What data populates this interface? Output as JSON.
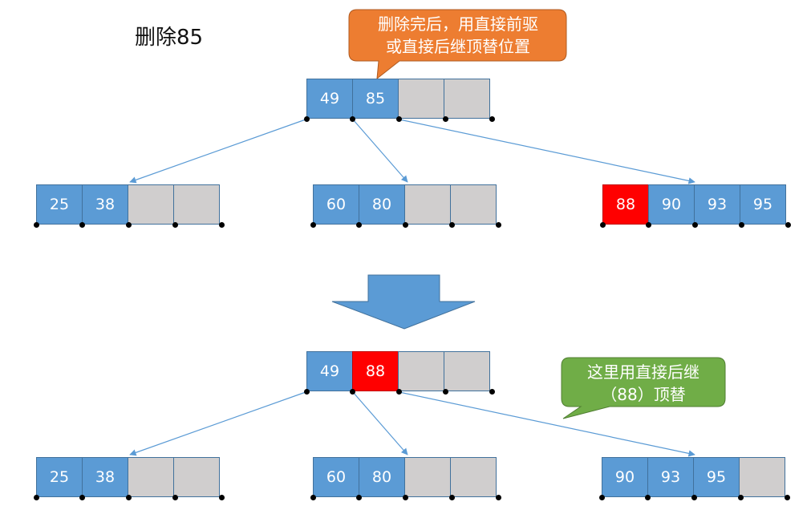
{
  "title": "删除85",
  "before": {
    "callout": {
      "line1": "删除完后，用直接前驱",
      "line2": "或直接后继顶替位置",
      "color": "#ed7d31"
    },
    "root": [
      "49",
      "85",
      "",
      ""
    ],
    "children": [
      [
        "25",
        "38",
        "",
        ""
      ],
      [
        "60",
        "80",
        "",
        ""
      ],
      [
        "88",
        "90",
        "93",
        "95"
      ]
    ],
    "highlight": "88"
  },
  "after": {
    "callout": {
      "line1": "这里用直接后继",
      "line2": "（88）顶替",
      "color": "#70ad47"
    },
    "root": [
      "49",
      "88",
      "",
      ""
    ],
    "children": [
      [
        "25",
        "38",
        "",
        ""
      ],
      [
        "60",
        "80",
        "",
        ""
      ],
      [
        "90",
        "93",
        "95",
        ""
      ]
    ],
    "highlight": "88"
  },
  "colors": {
    "key": "#5b9bd5",
    "highlight": "#ff0000",
    "empty": "#d0cece",
    "arrow": "#5b9bd5"
  }
}
